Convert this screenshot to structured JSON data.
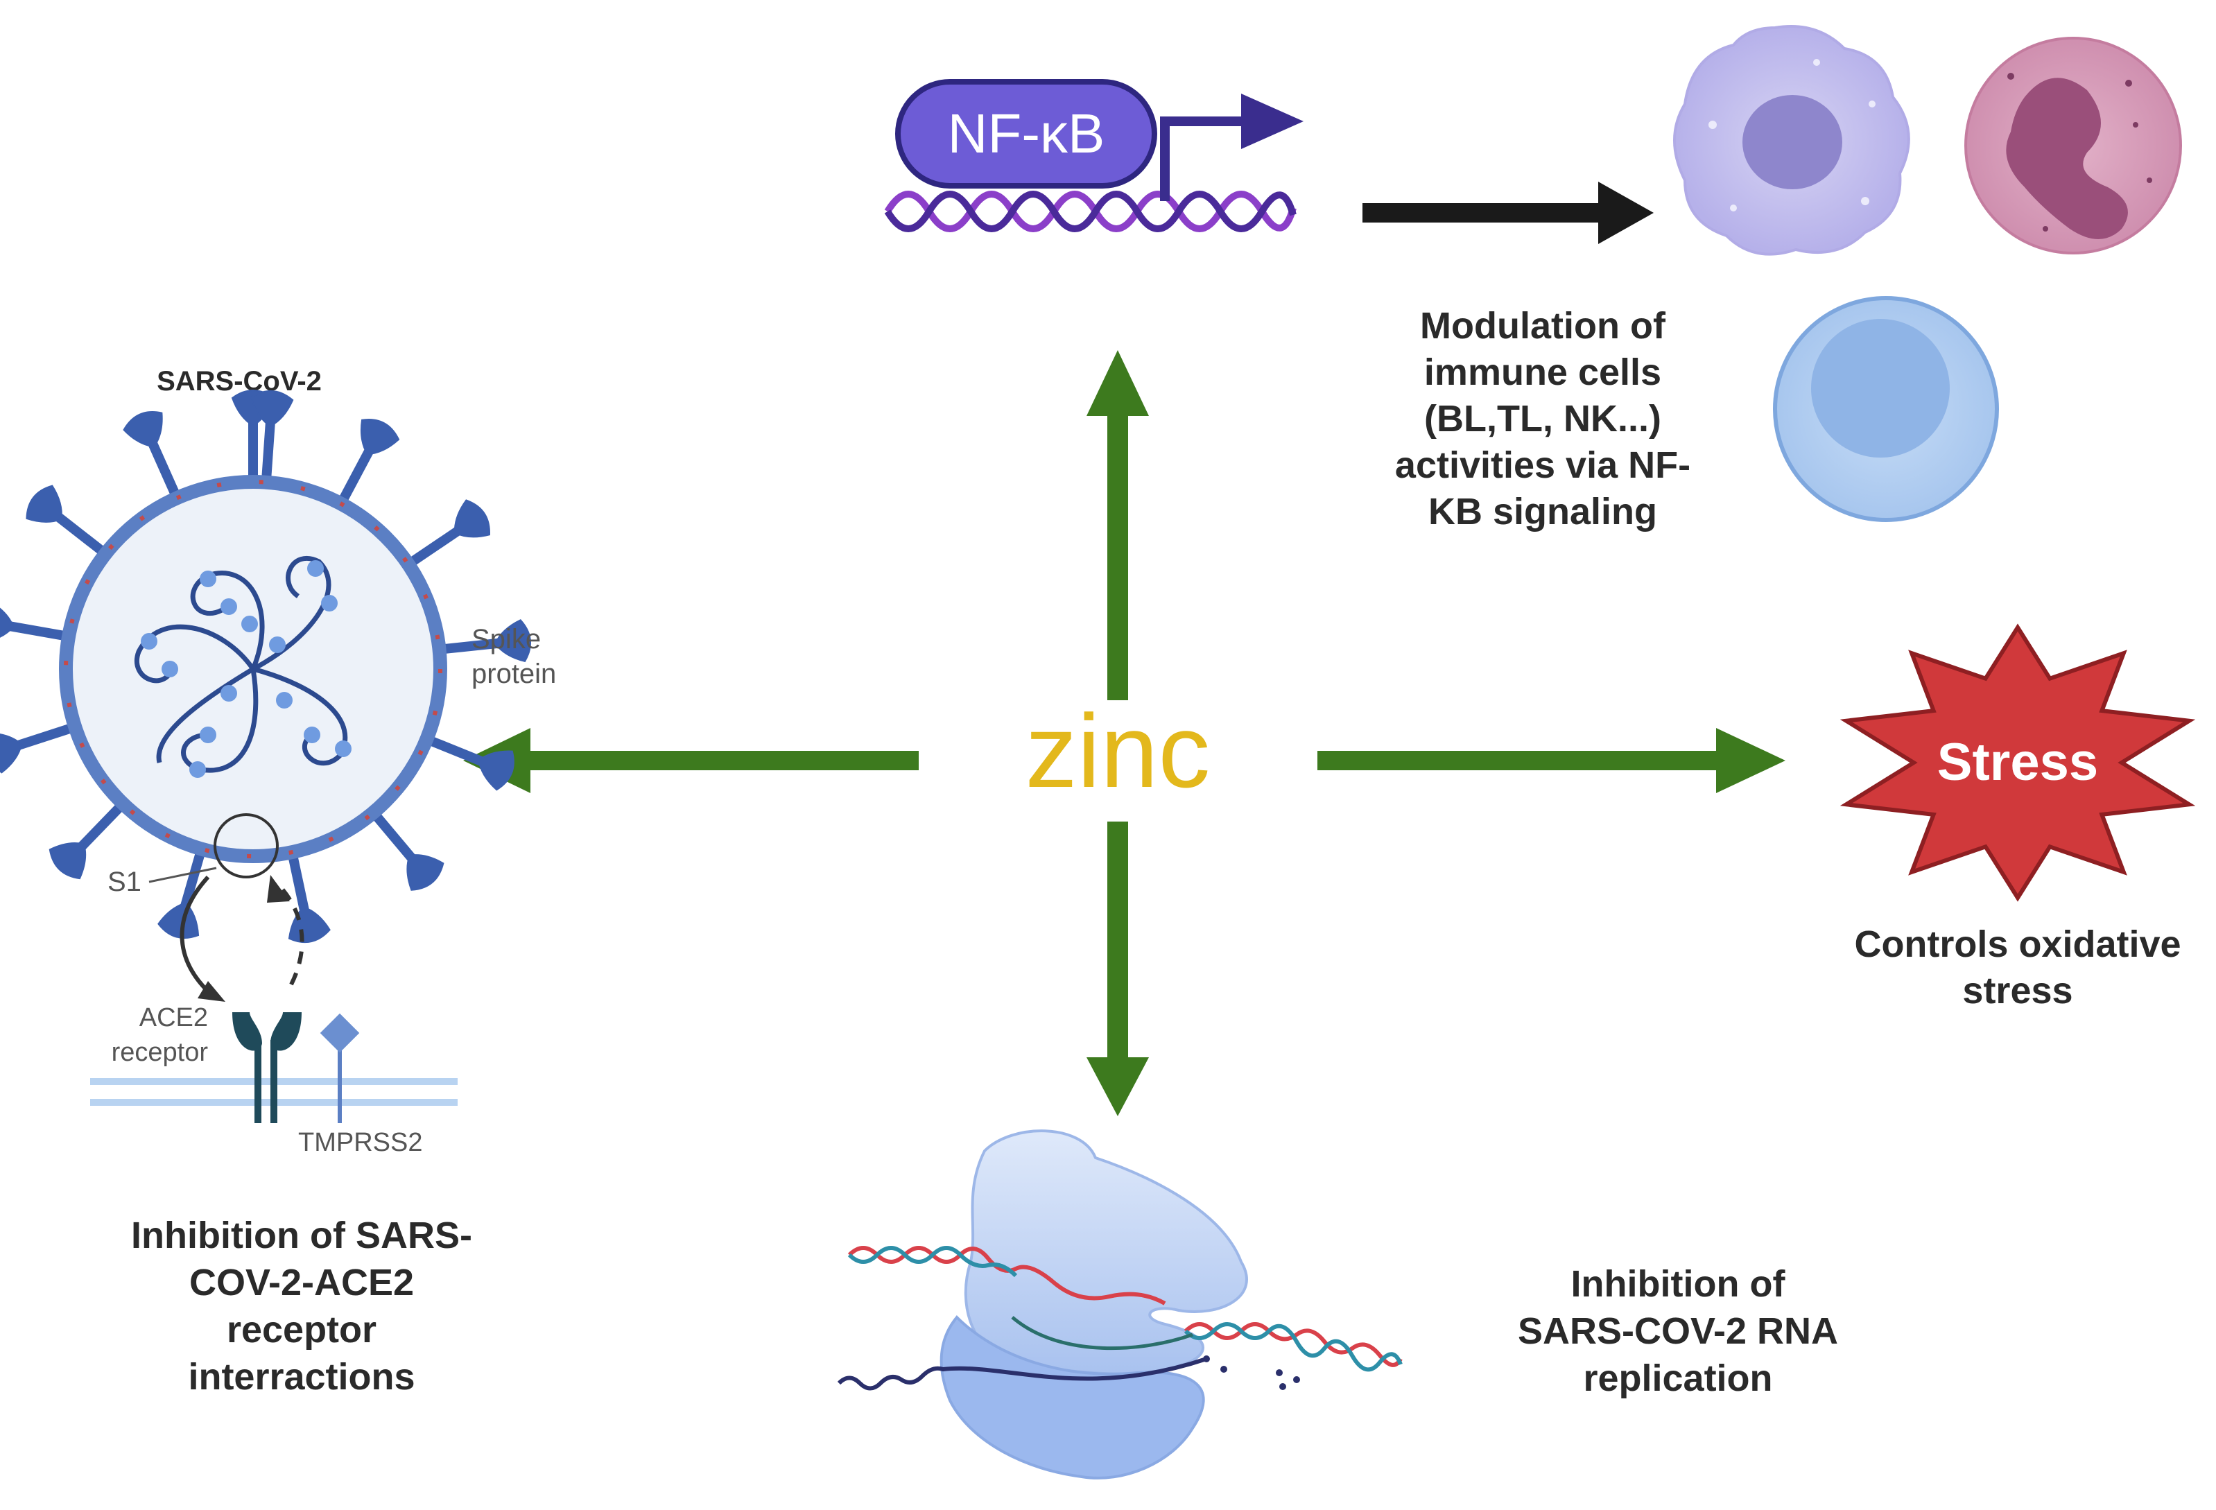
{
  "center": {
    "label": "zinc"
  },
  "nfkb": {
    "label": "NF-κB",
    "caption": [
      "Modulation of",
      "immune cells",
      "(BL,TL, NK...)",
      "activities via NF-",
      "KB signaling"
    ]
  },
  "virus": {
    "title": "SARS-CoV-2",
    "spike_label": [
      "Spike",
      "protein"
    ],
    "s1_label": "S1",
    "ace2_label": [
      "ACE2",
      "receptor"
    ],
    "tmprss2_label": "TMPRSS2",
    "caption": [
      "Inhibition of SARS-",
      "COV-2-ACE2",
      "receptor",
      "interractions"
    ]
  },
  "stress": {
    "label": "Stress",
    "caption": [
      "Controls oxidative",
      "stress"
    ]
  },
  "replication": {
    "caption": [
      "Inhibition of",
      "SARS-COV-2 RNA",
      "replication"
    ]
  },
  "colors": {
    "zinc": "#e3b81c",
    "arrow_green": "#3d7a1e",
    "arrow_black": "#1a1a1a",
    "nfkb_fill": "#6d5cd6",
    "stress_fill": "#d0393b",
    "virus_blue": "#3b5fae"
  }
}
